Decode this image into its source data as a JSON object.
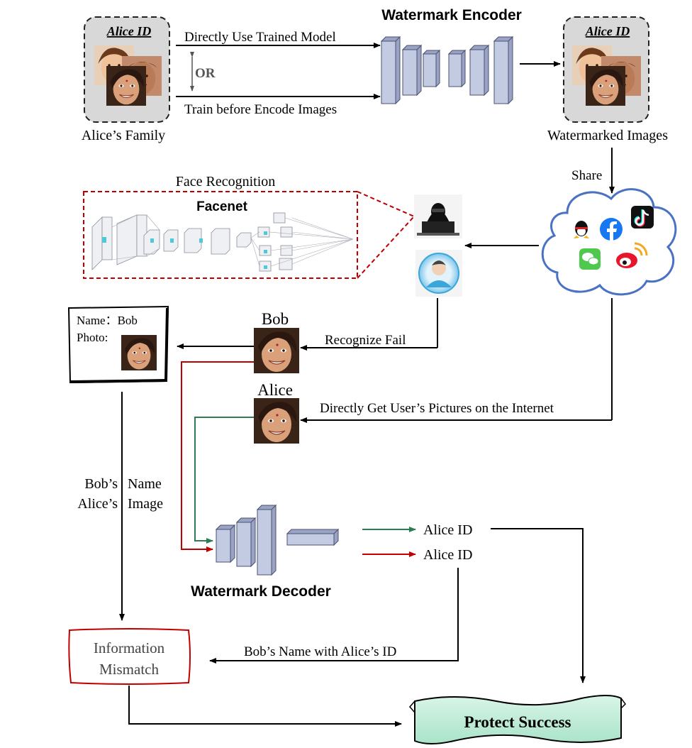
{
  "encoder": {
    "title": "Watermark Encoder",
    "input_box_label": "Alice ID",
    "input_caption": "Alice’s Family",
    "option_top": "Directly Use Trained Model",
    "option_or": "OR",
    "option_bottom": "Train before Encode Images",
    "output_box_label": "Alice ID",
    "output_caption": "Watermarked Images"
  },
  "share": {
    "label": "Share",
    "platform_icons": [
      "qq-icon",
      "facebook-icon",
      "tiktok-icon",
      "wechat-icon",
      "weibo-icon"
    ]
  },
  "recognition": {
    "title": "Face Recognition",
    "model_name": "Facenet",
    "attacker_icon": "hacker-icon",
    "user_icon": "user-avatar-icon"
  },
  "identities": {
    "bob_label": "Bob",
    "alice_label": "Alice",
    "recognize_fail": "Recognize Fail",
    "direct_get": "Directly Get User’s Pictures on the Internet"
  },
  "id_card": {
    "name_label": "Name：Bob",
    "photo_label": "Photo:"
  },
  "mismatch_path": {
    "bobs_name": "Bob’s",
    "name_word": "Name",
    "alices_image": "Alice’s",
    "image_word": "Image"
  },
  "decoder": {
    "title": "Watermark Decoder",
    "output_green": "Alice ID",
    "output_red": "Alice ID"
  },
  "result": {
    "mismatch_line1": "Information",
    "mismatch_line2": "Mismatch",
    "bob_name_alice_id": "Bob’s Name with Alice’s ID",
    "success": "Protect Success"
  },
  "colors": {
    "red_path": "#c00000",
    "green_path": "#2e7d52",
    "block_fill": "#c3cbe2",
    "cloud_stroke": "#4a72c4",
    "success_fill": "#c9eedd"
  }
}
